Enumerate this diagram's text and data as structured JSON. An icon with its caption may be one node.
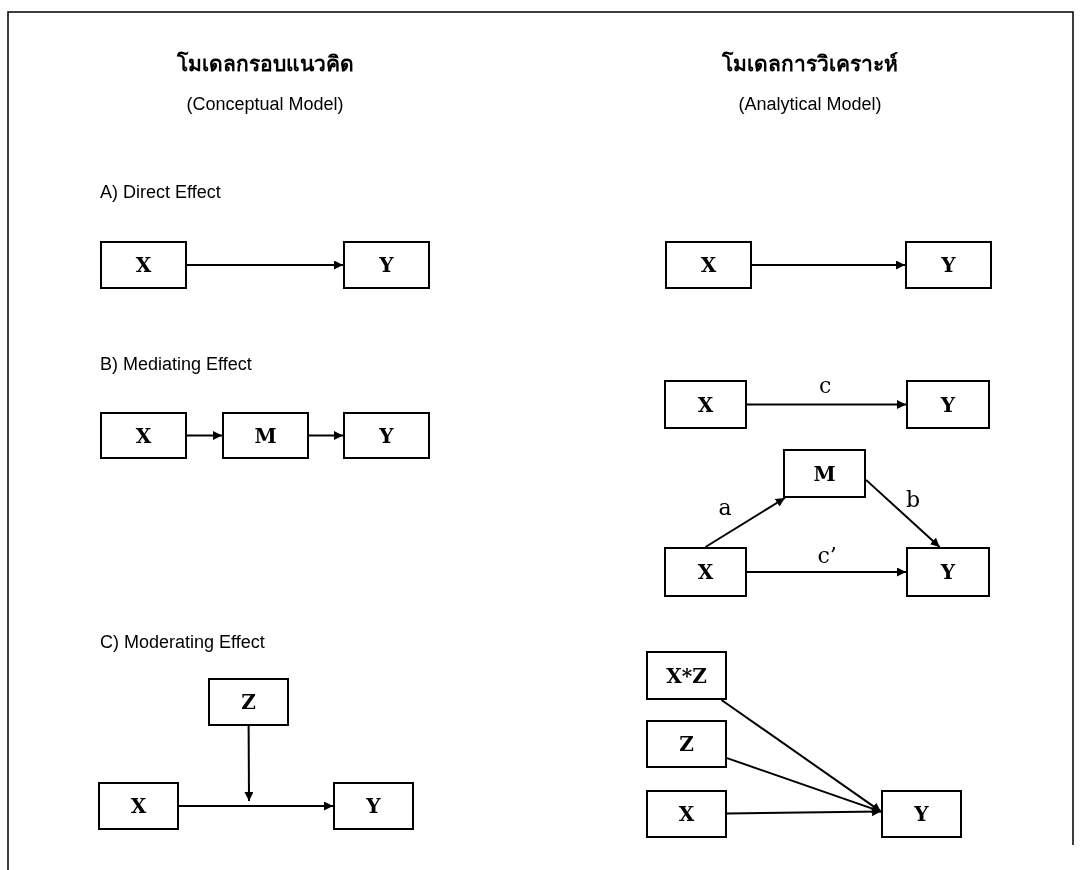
{
  "diagram": {
    "nodes": [
      {
        "text": [
          "X"
        ]
      },
      {
        "text": [
          "Y"
        ]
      },
      {
        "text": [
          "X"
        ]
      },
      {
        "text": [
          "Y"
        ]
      },
      {
        "text": [
          "X"
        ]
      },
      {
        "text": [
          "M"
        ]
      },
      {
        "text": [
          "Y"
        ]
      },
      {
        "text": [
          "X"
        ]
      },
      {
        "text": [
          "Y"
        ]
      },
      {
        "text": [
          "M"
        ]
      },
      {
        "text": [
          "X"
        ]
      },
      {
        "text": [
          "Y"
        ]
      },
      {
        "text": [
          "Z"
        ]
      },
      {
        "text": [
          "X"
        ]
      },
      {
        "text": [
          "Y"
        ]
      },
      {
        "text": [
          "X*Z"
        ]
      },
      {
        "text": [
          "Z"
        ]
      },
      {
        "text": [
          "X"
        ]
      },
      {
        "text": [
          "Y"
        ]
      }
    ],
    "edges": [
      {
        "from": 0,
        "to": 1,
        "arrow": "to"
      },
      {
        "from": 2,
        "to": 3,
        "arrow": "to"
      },
      {
        "from": 4,
        "to": 5,
        "arrow": "to"
      },
      {
        "from": 5,
        "to": 6,
        "arrow": "to"
      },
      {
        "from": 7,
        "to": 8,
        "arrow": "to",
        "label": "c"
      },
      {
        "from": 10,
        "to": 9,
        "arrow": "to",
        "label": "a"
      },
      {
        "from": 9,
        "to": 11,
        "arrow": "to",
        "label": "b"
      },
      {
        "from": 10,
        "to": 11,
        "arrow": "to",
        "label": "c’"
      },
      {
        "from": 13,
        "to": 14,
        "arrow": "to"
      },
      {
        "from": 12,
        "to": null,
        "arrow": "to"
      },
      {
        "from": 15,
        "to": 18,
        "arrow": "to"
      },
      {
        "from": 16,
        "to": 18,
        "arrow": "to"
      },
      {
        "from": 17,
        "to": 18,
        "arrow": "to"
      }
    ],
    "labels": [
      "โมเดลกรอบแนวคิด",
      "โมเดลการวิเคราะห์",
      "(Conceptual Model)",
      "(Analytical Model)",
      "A) Direct Effect",
      "B) Mediating Effect",
      "C) Moderating Effect"
    ]
  }
}
